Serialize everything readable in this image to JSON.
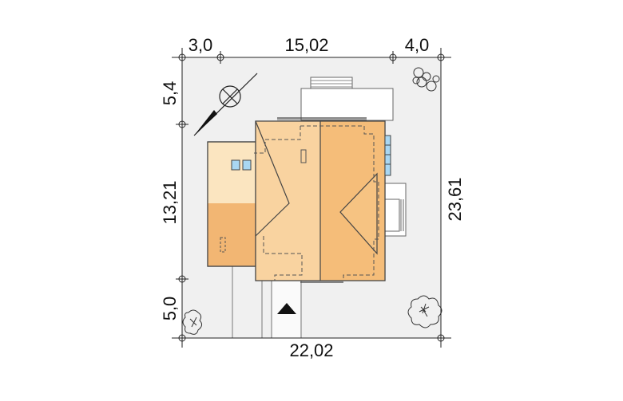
{
  "dimensions": {
    "top_left": "3,0",
    "top_middle": "15,02",
    "top_right": "4,0",
    "bottom_total": "22,02",
    "left_top": "5,4",
    "left_middle": "13,21",
    "left_bottom": "5,0",
    "right_total": "23,61"
  },
  "colors": {
    "plot": "#f0f0f0",
    "roof_light": "#f9d9a6",
    "roof_main": "#f7c98b",
    "roof_dark": "#f2b673",
    "roof_cream": "#fbe5c0",
    "outline": "#444444",
    "window": "#a9d7f2",
    "dashed": "#555555"
  },
  "icons": {
    "compass": "north-compass-icon",
    "entrance": "entrance-arrow-icon",
    "trees": [
      "shrub-icon",
      "tree-icon",
      "tree-icon"
    ]
  }
}
